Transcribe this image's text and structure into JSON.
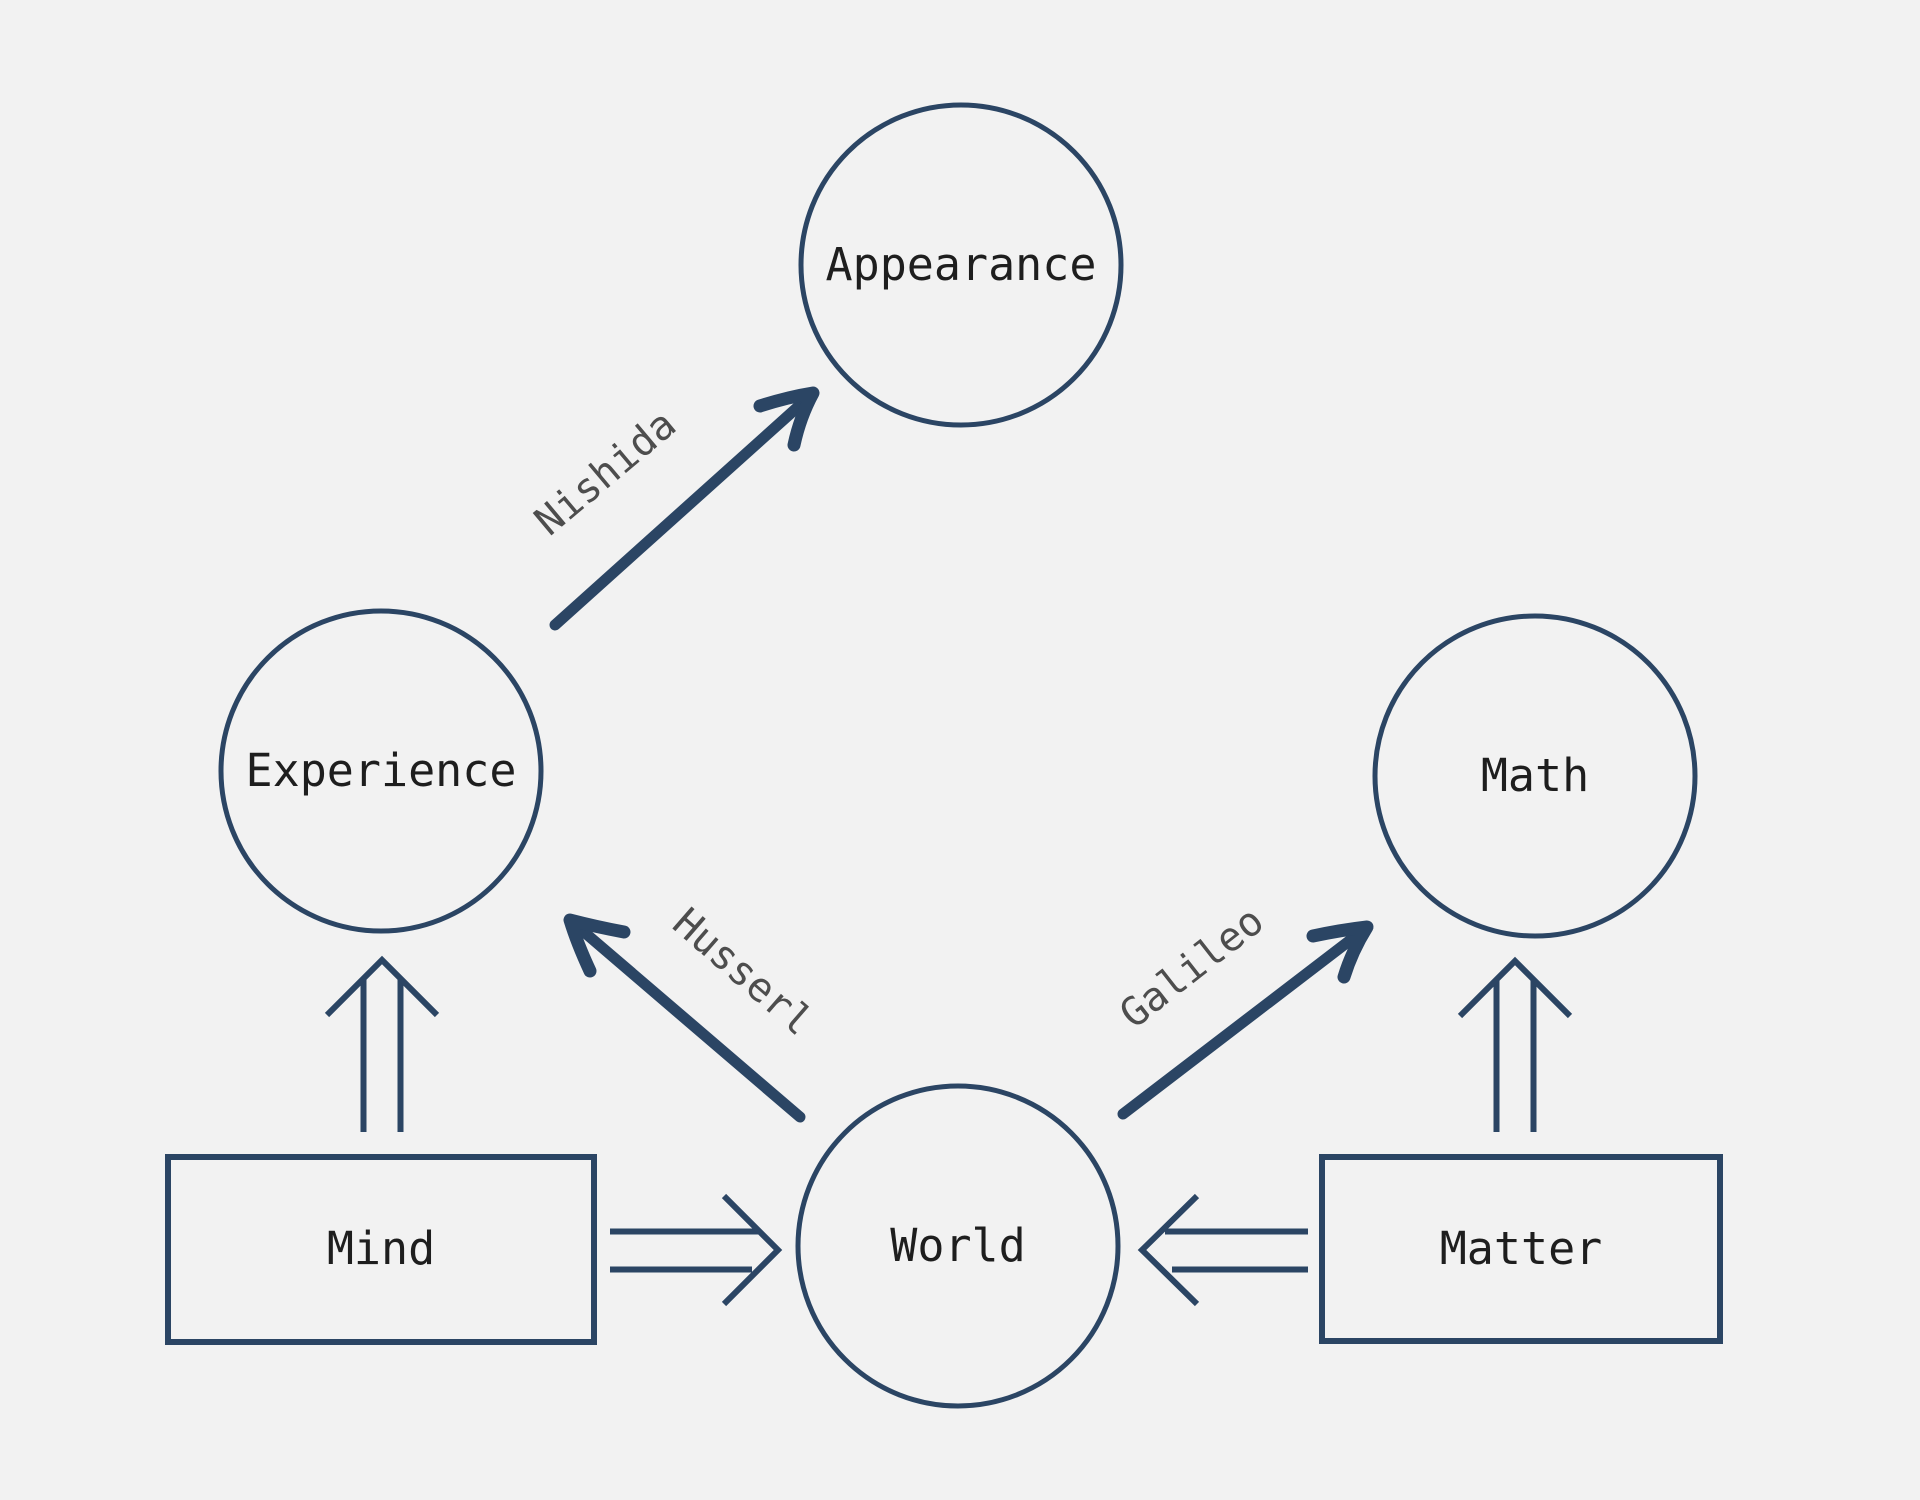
{
  "theme": {
    "bg": "#f2f2f2",
    "stroke": "#2b4564",
    "node-text": "#1e1e1e",
    "edge-label": "#4d4d4d"
  },
  "diagram": {
    "nodes": {
      "appearance": {
        "label": "Appearance",
        "shape": "circle"
      },
      "experience": {
        "label": "Experience",
        "shape": "circle"
      },
      "math": {
        "label": "Math",
        "shape": "circle"
      },
      "world": {
        "label": "World",
        "shape": "circle"
      },
      "mind": {
        "label": "Mind",
        "shape": "rectangle"
      },
      "matter": {
        "label": "Matter",
        "shape": "rectangle"
      }
    },
    "edges": {
      "nishida": {
        "label": "Nishida",
        "from": "Experience",
        "to": "Appearance",
        "style": "solid-arrow"
      },
      "husserl": {
        "label": "Husserl",
        "from": "World",
        "to": "Experience",
        "style": "solid-arrow"
      },
      "galileo": {
        "label": "Galileo",
        "from": "World",
        "to": "Math",
        "style": "solid-arrow"
      },
      "mind_experience": {
        "label": "",
        "from": "Mind",
        "to": "Experience",
        "style": "double-line-arrow"
      },
      "mind_world": {
        "label": "",
        "from": "Mind",
        "to": "World",
        "style": "double-line-arrow"
      },
      "matter_world": {
        "label": "",
        "from": "Matter",
        "to": "World",
        "style": "double-line-arrow"
      },
      "matter_math": {
        "label": "",
        "from": "Matter",
        "to": "Math",
        "style": "double-line-arrow"
      }
    }
  }
}
